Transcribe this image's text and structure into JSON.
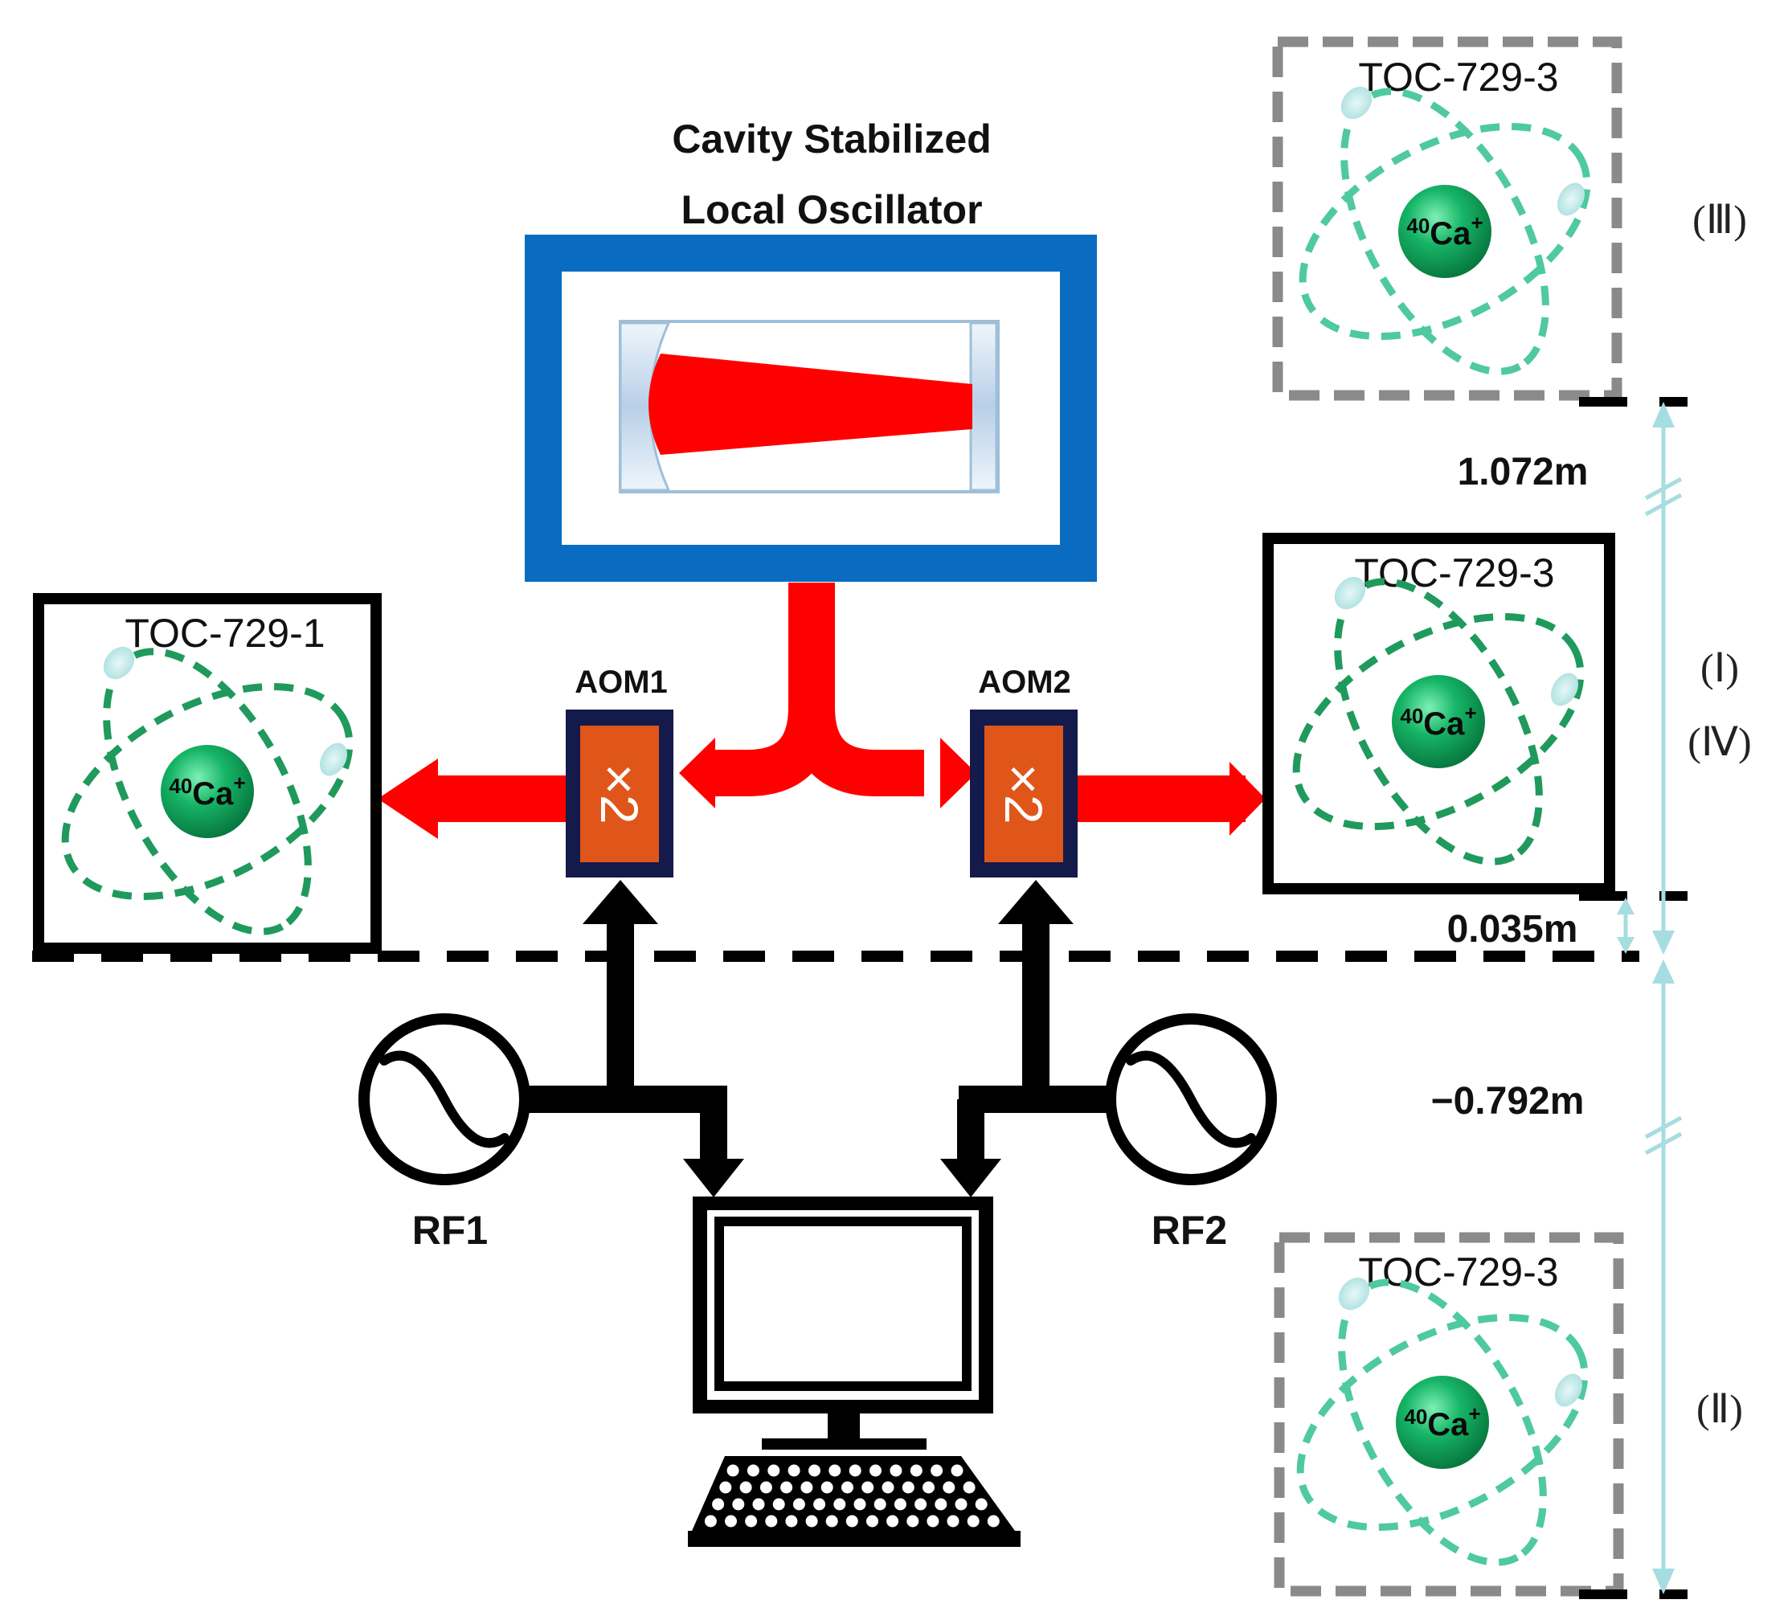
{
  "title": {
    "line1": "Cavity Stabilized",
    "line2": "Local Oscillator"
  },
  "aoms": [
    {
      "label": "AOM1",
      "factor": "×2"
    },
    {
      "label": "AOM2",
      "factor": "×2"
    }
  ],
  "rf": [
    {
      "label": "RF1"
    },
    {
      "label": "RF2"
    }
  ],
  "clocks": [
    {
      "name": "TOC-729-1",
      "ion_mass": "40",
      "ion_symbol": "Ca",
      "ion_charge": "+",
      "style": "solid"
    },
    {
      "name": "TOC-729-3",
      "ion_mass": "40",
      "ion_symbol": "Ca",
      "ion_charge": "+",
      "style": "solid"
    },
    {
      "name": "TOC-729-3",
      "ion_mass": "40",
      "ion_symbol": "Ca",
      "ion_charge": "+",
      "style": "dashed"
    },
    {
      "name": "TOC-729-3",
      "ion_mass": "40",
      "ion_symbol": "Ca",
      "ion_charge": "+",
      "style": "dashed"
    }
  ],
  "distances": {
    "upper": "1.072m",
    "small": "0.035m",
    "lower": "−0.792m"
  },
  "positions": {
    "iii": "(Ⅲ)",
    "i": "(Ⅰ)",
    "iv": "(Ⅳ)",
    "ii": "(Ⅱ)"
  },
  "colors": {
    "laser": "#ff0000",
    "cavity_frame": "#0a6cc0",
    "aom_body": "#e0561a",
    "aom_frame": "#141a4a",
    "orbit_solid": "#1f9a5c",
    "orbit_dashed": "#4fc9a0",
    "ion": "#11a05a",
    "height_axis": "#a6dde0",
    "dashed_box": "#8a8a8a"
  }
}
